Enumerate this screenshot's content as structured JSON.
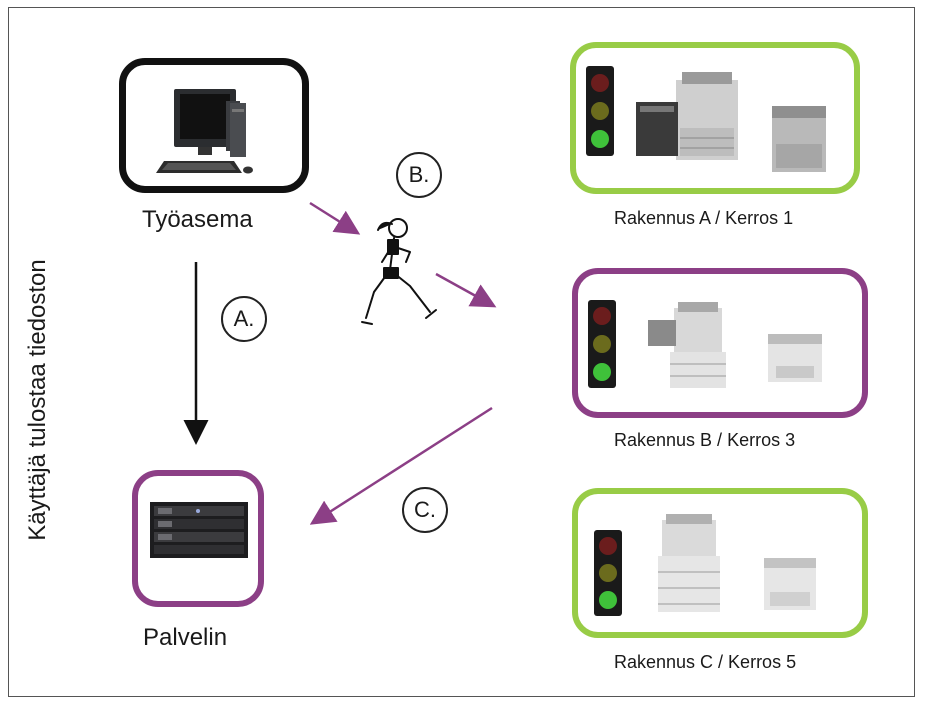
{
  "side_caption": "Käyttäjä tulostaa tiedoston",
  "workstation": {
    "label": "Työasema",
    "icon": "desktop-computer-icon"
  },
  "server": {
    "label": "Palvelin",
    "icon": "server-rack-icon"
  },
  "steps": {
    "a": "A.",
    "b": "B.",
    "c": "C."
  },
  "buildings": [
    {
      "label": "Rakennus A / Kerros 1",
      "border_color": "#98cc46",
      "light": "green"
    },
    {
      "label": "Rakennus B / Kerros 3",
      "border_color": "#8c3f86",
      "light": "green"
    },
    {
      "label": "Rakennus C / Kerros 5",
      "border_color": "#98cc46",
      "light": "green"
    }
  ],
  "colors": {
    "purple": "#8c3f86",
    "green": "#98cc46",
    "black": "#111111"
  }
}
